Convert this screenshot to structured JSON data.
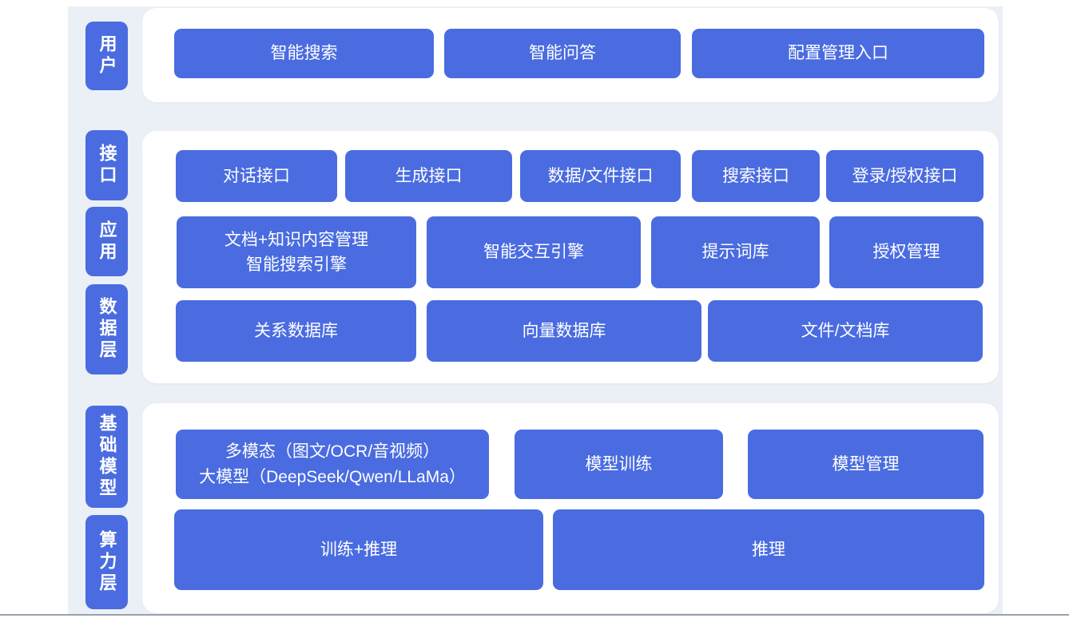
{
  "colors": {
    "block_blue": "#4a6ce0",
    "panel_white": "#ffffff",
    "canvas_background": "#ebeff6",
    "text_white": "#ffffff",
    "bottom_divider": "#99a1ad"
  },
  "user_layer": {
    "tab": "用户",
    "search": "智能搜索",
    "qa": "智能问答",
    "config_entry": "配置管理入口"
  },
  "interface_layer": {
    "tab": "接口",
    "dialog": "对话接口",
    "generation": "生成接口",
    "data_file": "数据/文件接口",
    "search": "搜索接口",
    "login_auth": "登录/授权接口"
  },
  "application_layer": {
    "tab": "应用",
    "doc_search_engine": "文档+知识内容管理\n智能搜索引擎",
    "interaction_engine": "智能交互引擎",
    "prompt_library": "提示词库",
    "auth_management": "授权管理"
  },
  "data_layer": {
    "tab": "数据层",
    "relational_db": "关系数据库",
    "vector_db": "向量数据库",
    "file_doc_store": "文件/文档库"
  },
  "foundation_model_layer": {
    "tab": "基础模型",
    "multimodal_llm": "多模态（图文/OCR/音视频）\n大模型（DeepSeek/Qwen/LLaMa）",
    "model_training": "模型训练",
    "model_management": "模型管理"
  },
  "compute_layer": {
    "tab": "算力层",
    "training_inference": "训练+推理",
    "inference": "推理"
  }
}
